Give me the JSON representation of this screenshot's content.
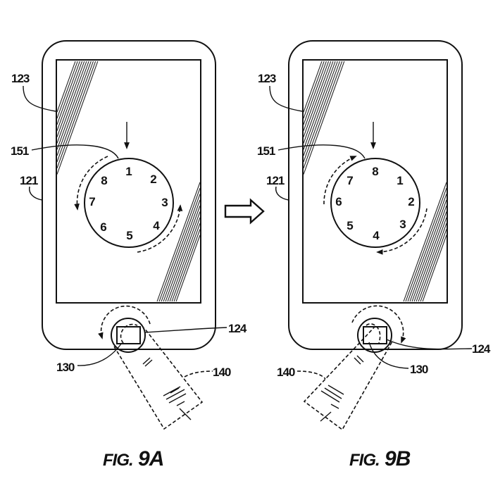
{
  "figures": [
    {
      "id": "9A",
      "caption_prefix": "FIG.",
      "caption_number": "9A",
      "labels": {
        "screen": "123",
        "dial": "151",
        "device": "121",
        "home_button": "124",
        "sensor": "130",
        "finger": "140"
      },
      "dial_numbers": [
        "1",
        "2",
        "3",
        "4",
        "5",
        "6",
        "7",
        "8"
      ],
      "dial_rotation": "counterclockwise",
      "finger_rotation": "counterclockwise"
    },
    {
      "id": "9B",
      "caption_prefix": "FIG.",
      "caption_number": "9B",
      "labels": {
        "screen": "123",
        "dial": "151",
        "device": "121",
        "home_button": "124",
        "sensor": "130",
        "finger": "140"
      },
      "dial_numbers": [
        "8",
        "1",
        "2",
        "3",
        "4",
        "5",
        "6",
        "7"
      ],
      "dial_rotation": "clockwise",
      "finger_rotation": "clockwise"
    }
  ],
  "transition_arrow": "hollow-right-arrow",
  "colors": {
    "ink": "#111111",
    "paper": "#ffffff"
  }
}
